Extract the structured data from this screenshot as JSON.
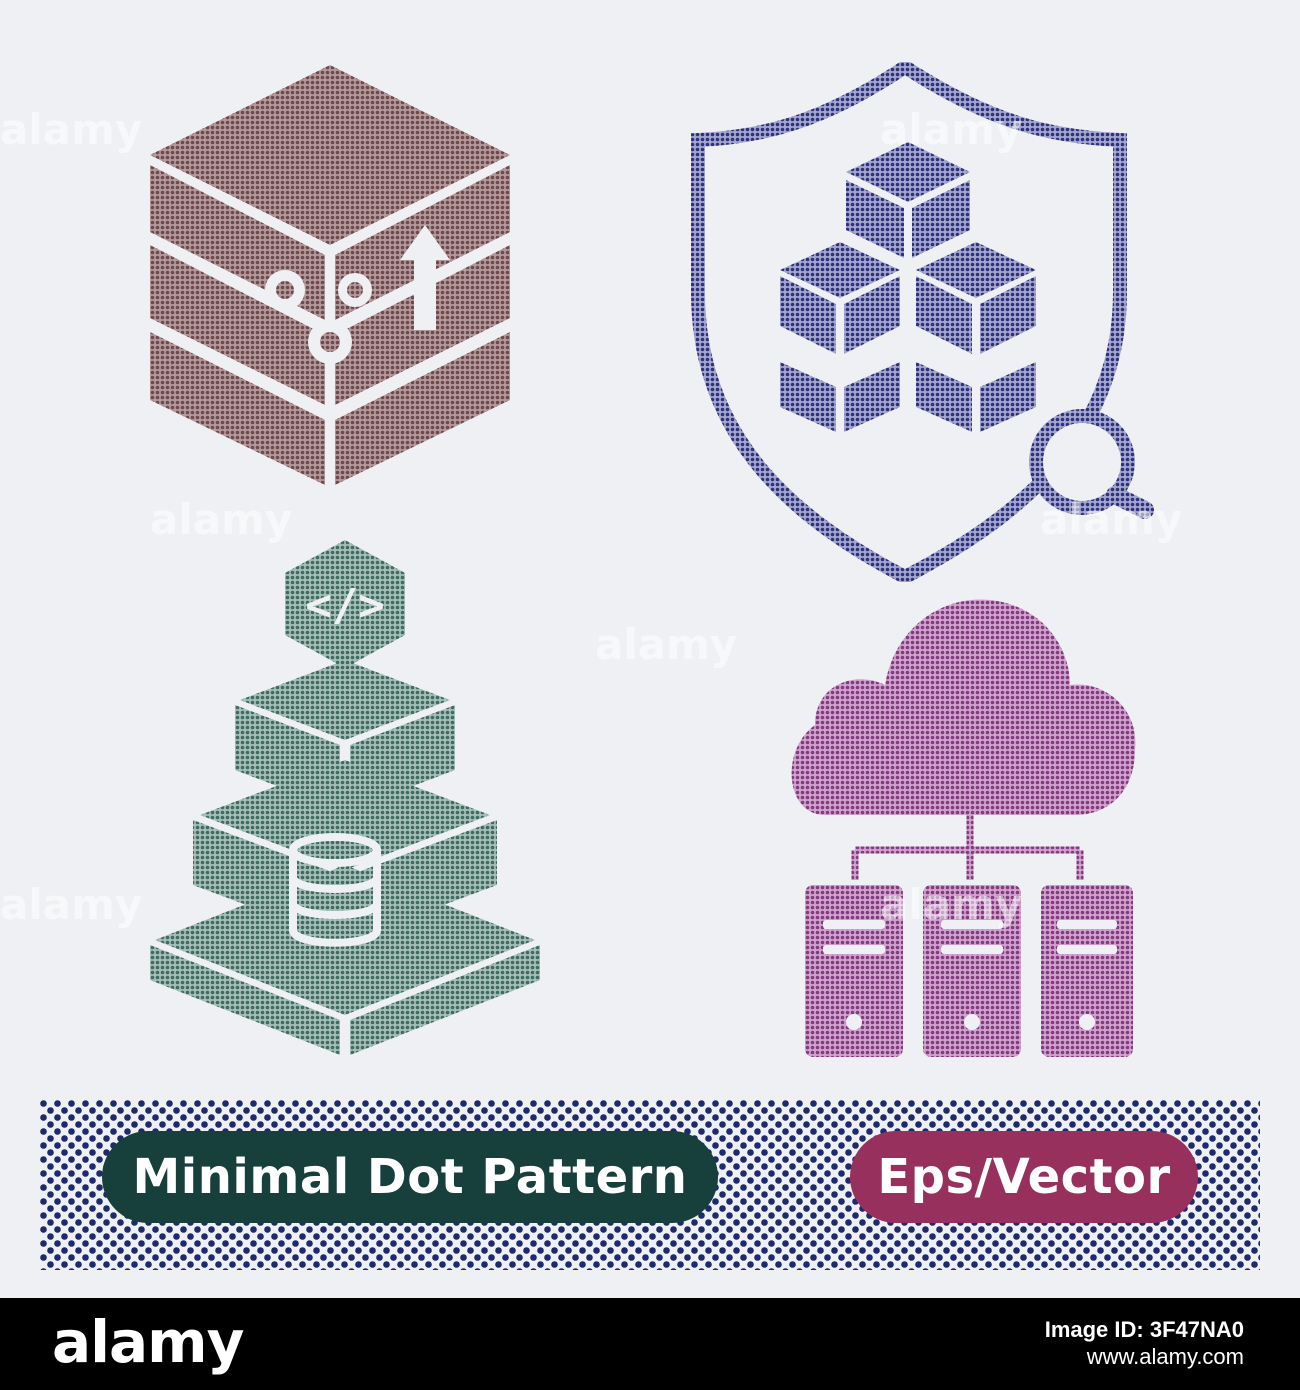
{
  "colors": {
    "background": "#eff0f4",
    "server_box": "#7a5658",
    "shield": "#3b3e86",
    "pyramid": "#5a8278",
    "cloud": "#8e4a8c",
    "banner_dots": "#1d2a6b",
    "pill_left": "#173f3b",
    "pill_right": "#98305e",
    "footer": "#000000"
  },
  "icons": [
    {
      "name": "server-settings-upload-icon"
    },
    {
      "name": "shield-blocks-search-icon"
    },
    {
      "name": "code-database-pyramid-icon"
    },
    {
      "name": "cloud-server-network-icon"
    }
  ],
  "icon_code_glyph": "</>",
  "banner": {
    "left_label": "Minimal Dot Pattern",
    "right_label": "Eps/Vector"
  },
  "footer": {
    "brand": "alamy",
    "image_id": "Image ID: 3F47NA0",
    "site": "www.alamy.com"
  },
  "watermark_text": "alamy"
}
